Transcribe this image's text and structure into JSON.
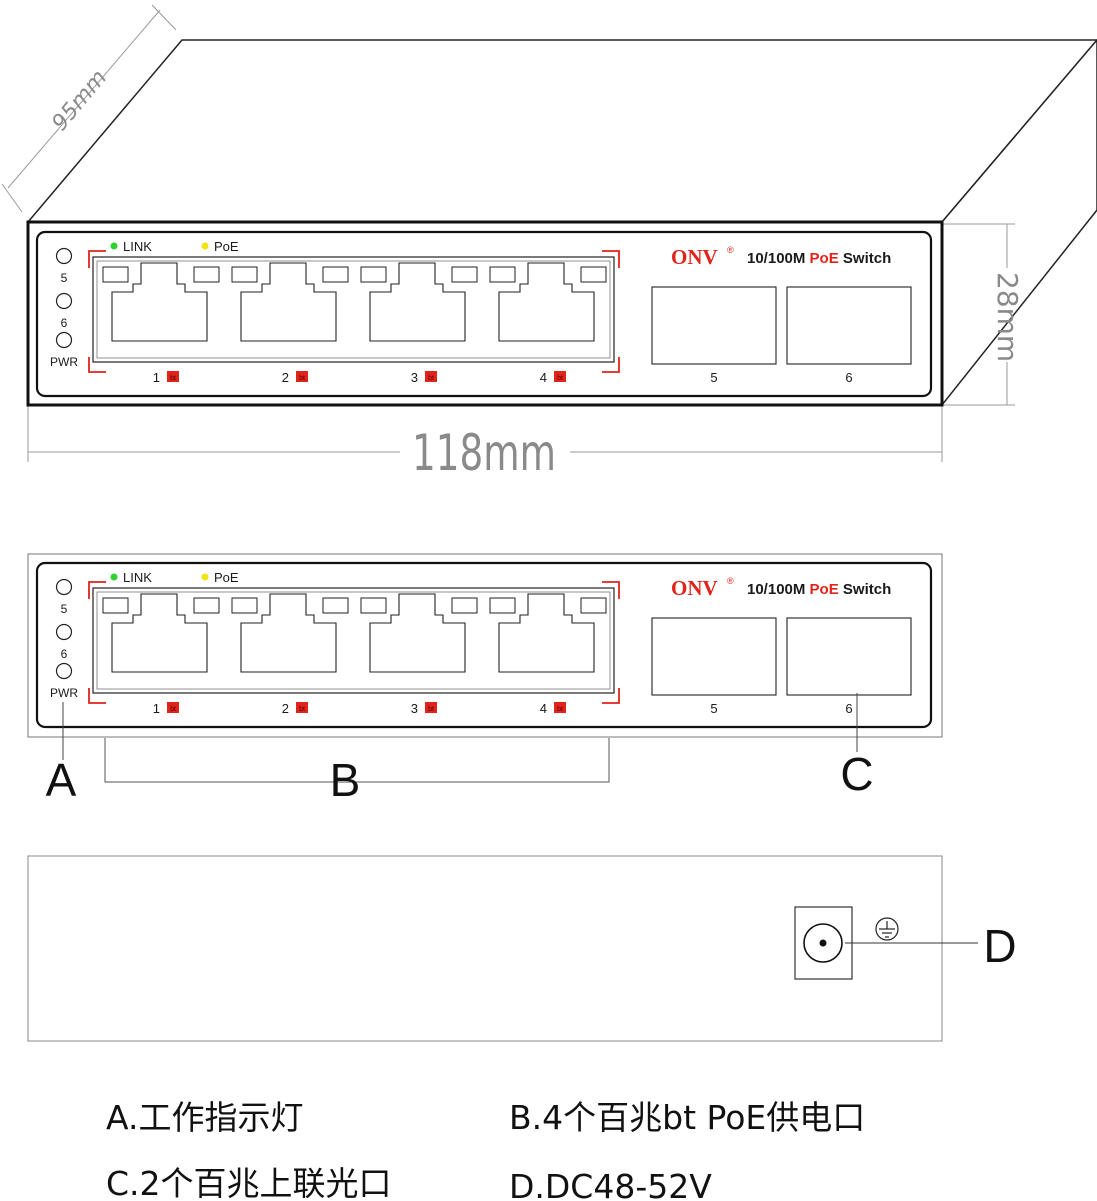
{
  "dimensions": {
    "depth": "95mm",
    "width": "118mm",
    "height": "28mm"
  },
  "panel": {
    "brand": "ONV",
    "registered": "®",
    "model_prefix": "10/100M",
    "model_poe": "PoE",
    "model_suffix": "Switch",
    "indicator_link": "LINK",
    "indicator_poe": "PoE",
    "side_leds": [
      "5",
      "6",
      "PWR"
    ],
    "rj45_ports": [
      "1",
      "2",
      "3",
      "4"
    ],
    "sfp_ports": [
      "5",
      "6"
    ],
    "port_badge": "bt",
    "colors": {
      "accent_red": "#e0241b",
      "link_led": "#2fd12f",
      "poe_led": "#f2e313"
    }
  },
  "callouts": {
    "a": "A",
    "b": "B",
    "c": "C",
    "d": "D"
  },
  "legend": {
    "a": "A.工作指示灯",
    "b": "B.4个百兆bt PoE供电口",
    "c": "C.2个百兆上联光口",
    "d": "D.DC48-52V"
  },
  "rear": {
    "power_jack_icon": "dc-power-jack-icon",
    "ground_icon": "ground-symbol-icon"
  }
}
